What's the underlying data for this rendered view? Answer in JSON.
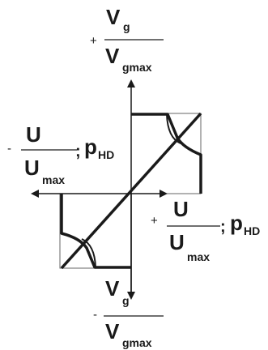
{
  "labels": {
    "top_sign": "+",
    "top_num_main": "V",
    "top_num_sub": "g",
    "top_den_main": "V",
    "top_den_sub": "gmax",
    "left_sign": "-",
    "left_num": "U",
    "left_den_main": "U",
    "left_den_sub": "max",
    "left_sep": ";",
    "left_p_main": "p",
    "left_p_sub": "HD",
    "right_sign": "+",
    "right_num": "U",
    "right_den_main": "U",
    "right_den_sub": "max",
    "right_sep": ";",
    "right_p_main": "p",
    "right_p_sub": "HD",
    "bottom_sign": "-",
    "bottom_num_main": "V",
    "bottom_num_sub": "g",
    "bottom_den_main": "V",
    "bottom_den_sub": "gmax"
  }
}
